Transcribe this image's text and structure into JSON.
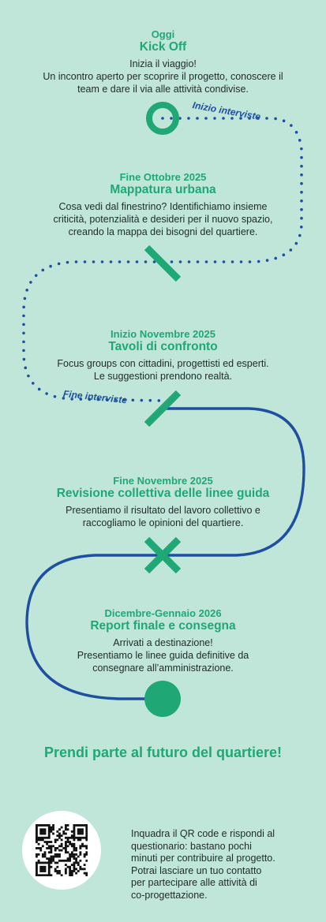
{
  "colors": {
    "background": "#bfe6d9",
    "green": "#1fa876",
    "blue": "#1f4fa0",
    "text": "#1f2a2a"
  },
  "steps": [
    {
      "date": "Oggi",
      "title": "Kick Off",
      "desc": [
        "Inizia il viaggio!",
        "Un incontro aperto per scoprire il progetto, conoscere il",
        "team e dare il via alle attività condivise."
      ],
      "marker": "ring"
    },
    {
      "date": "Fine Ottobre 2025",
      "title": "Mappatura urbana",
      "desc": [
        "Cosa vedi dal finestrino? Identifichiamo insieme",
        "criticità, potenzialità e desideri per il nuovo spazio,",
        "creando la mappa dei bisogni del quartiere."
      ],
      "marker": "slash"
    },
    {
      "date": "Inizio Novembre 2025",
      "title": "Tavoli di confronto",
      "desc": [
        "Focus groups con cittadini, progettisti ed esperti.",
        "Le suggestioni prendono realtà."
      ],
      "marker": "slash"
    },
    {
      "date": "Fine Novembre 2025",
      "title": "Revisione collettiva delle linee guida",
      "desc": [
        "Presentiamo il risultato del lavoro collettivo e",
        "raccogliamo le opinioni del quartiere."
      ],
      "marker": "cross"
    },
    {
      "date": "Dicembre-Gennaio 2026",
      "title": "Report finale e consegna",
      "desc": [
        "Arrivati a destinazione!",
        "Presentiamo le linee guida definitive da",
        "consegnare all’amministrazione."
      ],
      "marker": "dot"
    }
  ],
  "labels": {
    "start_interviews": "Inizio interviste",
    "end_interviews": "Fine interviste"
  },
  "cta": {
    "heading": "Prendi parte al futuro del quartiere!",
    "text": [
      "Inquadra il QR code e rispondi al",
      "questionario: bastano pochi",
      "minuti per contribuire al progetto.",
      "Potrai lasciare un tuo contatto",
      "per partecipare alle attività di",
      "co-progettazione."
    ]
  }
}
